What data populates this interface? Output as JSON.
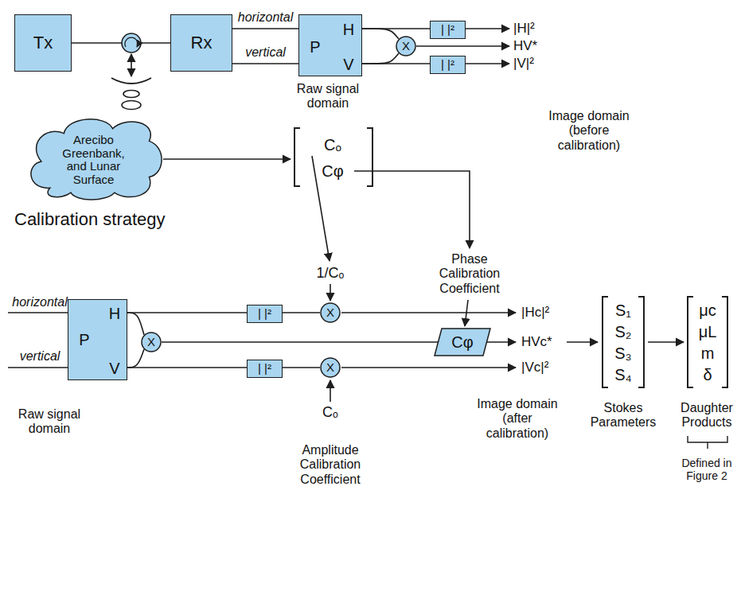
{
  "diagram": {
    "nodes": [
      {
        "text": [
          "Tx"
        ]
      },
      {
        "text": [
          "Rx"
        ]
      },
      {
        "text": [
          "P",
          "H",
          "V"
        ]
      },
      {
        "text": [
          "X"
        ]
      },
      {
        "text": [
          "| |²"
        ]
      },
      {
        "text": [
          "| |²"
        ]
      },
      {
        "text": [
          "Arecibo Greenbank, and Lunar Surface"
        ]
      },
      {
        "text": [
          "Cₒ",
          "Cφ"
        ]
      },
      {
        "text": [
          "P",
          "H",
          "V"
        ]
      },
      {
        "text": [
          "X"
        ]
      },
      {
        "text": [
          "| |²"
        ]
      },
      {
        "text": [
          "| |²"
        ]
      },
      {
        "text": [
          "X"
        ]
      },
      {
        "text": [
          "X"
        ]
      },
      {
        "text": [
          "Cφ"
        ]
      },
      {
        "text": [
          "S₁",
          "S₂",
          "S₃",
          "S₄"
        ]
      },
      {
        "text": [
          "μc",
          "μL",
          "m",
          "δ"
        ]
      }
    ],
    "edges": [
      {
        "from": 0,
        "to": 1,
        "arrow": "none"
      },
      {
        "from": 1,
        "to": 2,
        "label": "horizontal",
        "arrow": "none"
      },
      {
        "from": 1,
        "to": 2,
        "label": "vertical",
        "arrow": "none"
      },
      {
        "from": 2,
        "to": 3,
        "arrow": "none"
      },
      {
        "from": 2,
        "to": 3,
        "arrow": "none"
      },
      {
        "from": 2,
        "to": 4,
        "arrow": "none"
      },
      {
        "from": 2,
        "to": 5,
        "arrow": "none"
      },
      {
        "from": 6,
        "to": 7,
        "arrow": "to"
      },
      {
        "from": 8,
        "to": 9,
        "arrow": "none"
      },
      {
        "from": 8,
        "to": 9,
        "arrow": "none"
      },
      {
        "from": 8,
        "to": 10,
        "arrow": "none"
      },
      {
        "from": 8,
        "to": 11,
        "arrow": "none"
      },
      {
        "from": 10,
        "to": 12,
        "arrow": "none"
      },
      {
        "from": 11,
        "to": 13,
        "arrow": "none"
      },
      {
        "from": 9,
        "to": 14,
        "arrow": "none"
      },
      {
        "from": 15,
        "to": 16,
        "arrow": "to"
      }
    ],
    "labels": [
      "|H|²",
      "HV*",
      "|V|²",
      "Raw signal domain",
      "Image domain (before calibration)",
      "Calibration strategy",
      "1/Cₒ",
      "Phase Calibration Coefficient",
      "horizontal",
      "vertical",
      "Raw signal domain",
      "|Hc|²",
      "HVc*",
      "|Vc|²",
      "Image domain (after calibration)",
      "Stokes Parameters",
      "Cₒ",
      "Amplitude Calibration Coefficient",
      "Daughter Products",
      "Defined in Figure 2"
    ]
  }
}
